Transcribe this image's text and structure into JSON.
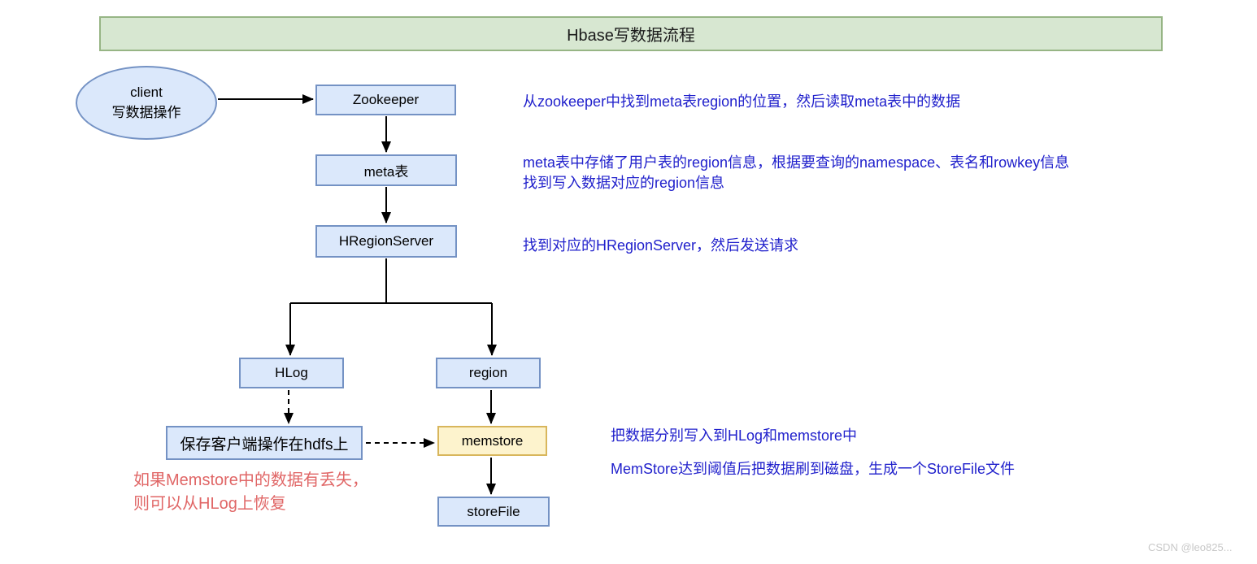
{
  "title": {
    "label": "Hbase写数据流程"
  },
  "nodes": {
    "client": {
      "label_line1": "client",
      "label_line2": "写数据操作"
    },
    "zookeeper": {
      "label": "Zookeeper"
    },
    "meta": {
      "label": "meta表"
    },
    "hregionserver": {
      "label": "HRegionServer"
    },
    "hlog": {
      "label": "HLog"
    },
    "region": {
      "label": "region"
    },
    "hdfs_save": {
      "label": "保存客户端操作在hdfs上"
    },
    "memstore": {
      "label": "memstore"
    },
    "storefile": {
      "label": "storeFile"
    }
  },
  "annotations": {
    "zookeeper_note": "从zookeeper中找到meta表region的位置，然后读取meta表中的数据",
    "meta_note_line1": "meta表中存储了用户表的region信息，根据要查询的namespace、表名和rowkey信息",
    "meta_note_line2": "找到写入数据对应的region信息",
    "hregionserver_note": "找到对应的HRegionServer，然后发送请求",
    "write_note": "把数据分别写入到HLog和memstore中",
    "flush_note": "MemStore达到阈值后把数据刷到磁盘，生成一个StoreFile文件",
    "recover_note_line1": "如果Memstore中的数据有丢失，",
    "recover_note_line2": "则可以从HLog上恢复"
  },
  "watermark": "CSDN @leo825...",
  "colors": {
    "title_fill": "#d7e7d1",
    "title_border": "#97b585",
    "node_fill": "#dbe8fb",
    "node_border": "#7492c4",
    "memstore_fill": "#fdf3cd",
    "memstore_border": "#d8b65c",
    "annotation_blue": "#2121cc",
    "warning_red": "#e06666",
    "arrow_black": "#000000",
    "watermark_gray": "#c8c8c8"
  }
}
